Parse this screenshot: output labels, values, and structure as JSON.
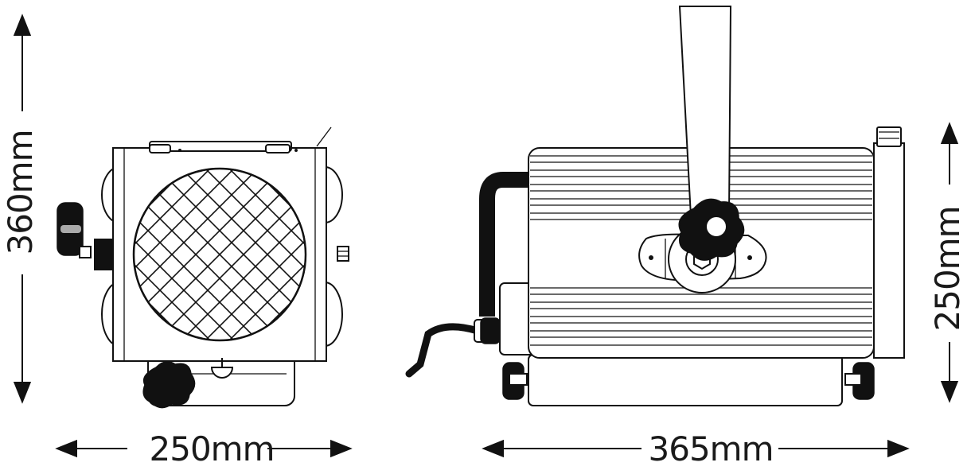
{
  "dimensions": {
    "front_height": "360mm",
    "front_width": "250mm",
    "side_length": "365mm",
    "side_height": "250mm"
  },
  "colors": {
    "line": "#111111",
    "background": "#ffffff"
  }
}
